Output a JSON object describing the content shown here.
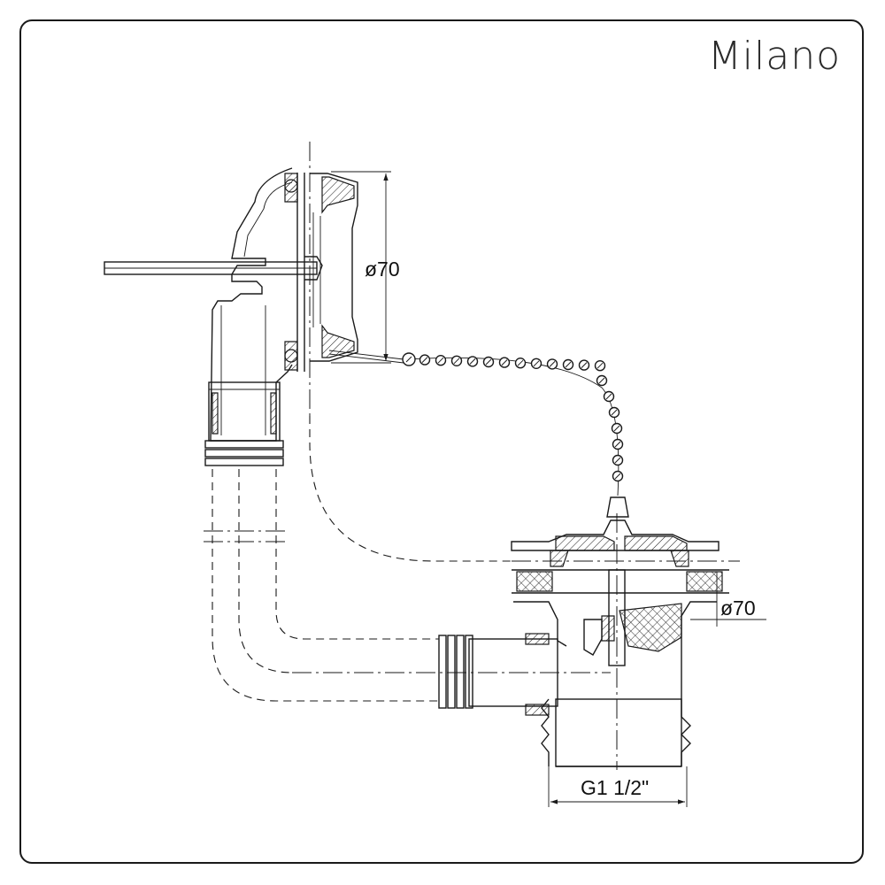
{
  "brand": "Milano",
  "dimensions": {
    "overflow_diameter": "ø70",
    "outlet_diameter": "ø70",
    "outlet_thread": "G1 1/2\""
  },
  "colors": {
    "line": "#1a1a1a",
    "background": "#ffffff"
  }
}
